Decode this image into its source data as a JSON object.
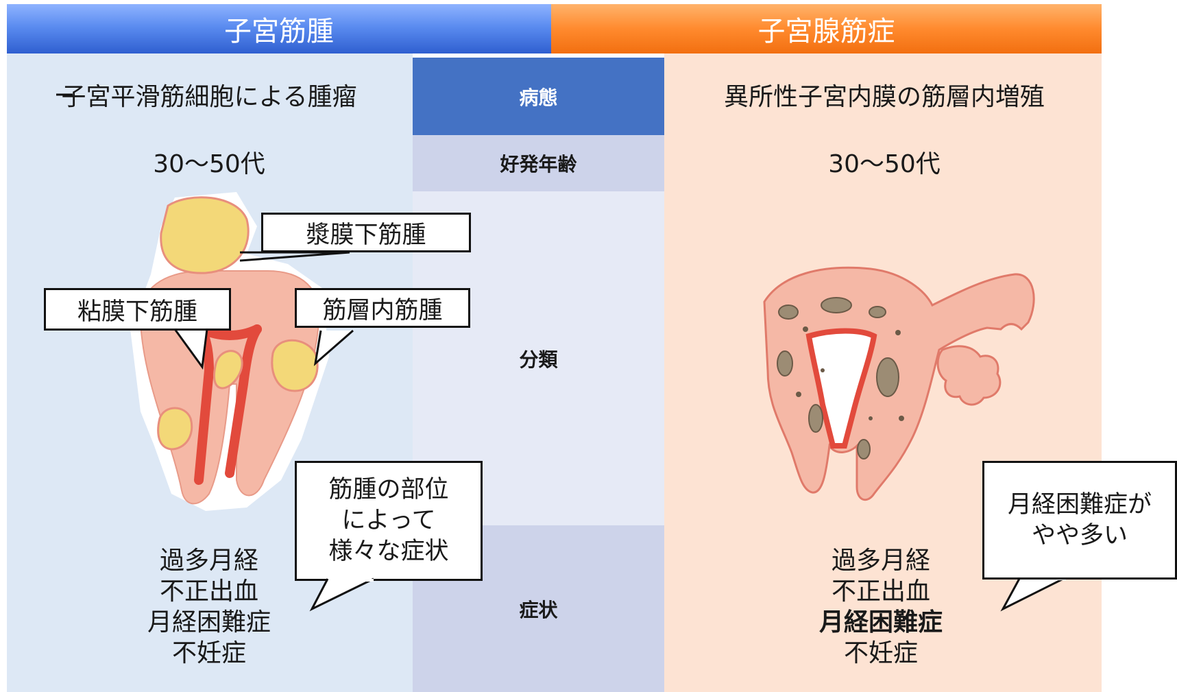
{
  "header": {
    "left_title": "子宮筋腫",
    "right_title": "子宮腺筋症"
  },
  "categories": {
    "pathology": "病態",
    "age": "好発年齢",
    "classification": "分類",
    "symptoms": "症状"
  },
  "left": {
    "pathology": "子宮平滑筋細胞による腫瘤",
    "age": "30〜50代",
    "labels": {
      "subserosal": "漿膜下筋腫",
      "submucosal": "粘膜下筋腫",
      "intramural": "筋層内筋腫"
    },
    "bubble": {
      "line1": "筋腫の部位",
      "line2": "によって",
      "line3": "様々な症状"
    },
    "symptoms": [
      "過多月経",
      "不正出血",
      "月経困難症",
      "不妊症"
    ]
  },
  "right": {
    "pathology": "異所性子宮内膜の筋層内増殖",
    "age": "30〜50代",
    "bubble": {
      "line1": "月経困難症が",
      "line2": "やや多い"
    },
    "symptoms": [
      "過多月経",
      "不正出血",
      "月経困難症",
      "不妊症"
    ]
  },
  "colors": {
    "left_header": "#5b8cf0",
    "right_header": "#ff8a2e",
    "left_panel": "#dde8f5",
    "right_panel": "#fde3d3",
    "pathology_cell": "#4472c4",
    "band_cell": "#cdd3ea",
    "uterus": "#f5b8a6",
    "myoma": "#f3d878",
    "endometrium": "#e24a3c"
  }
}
